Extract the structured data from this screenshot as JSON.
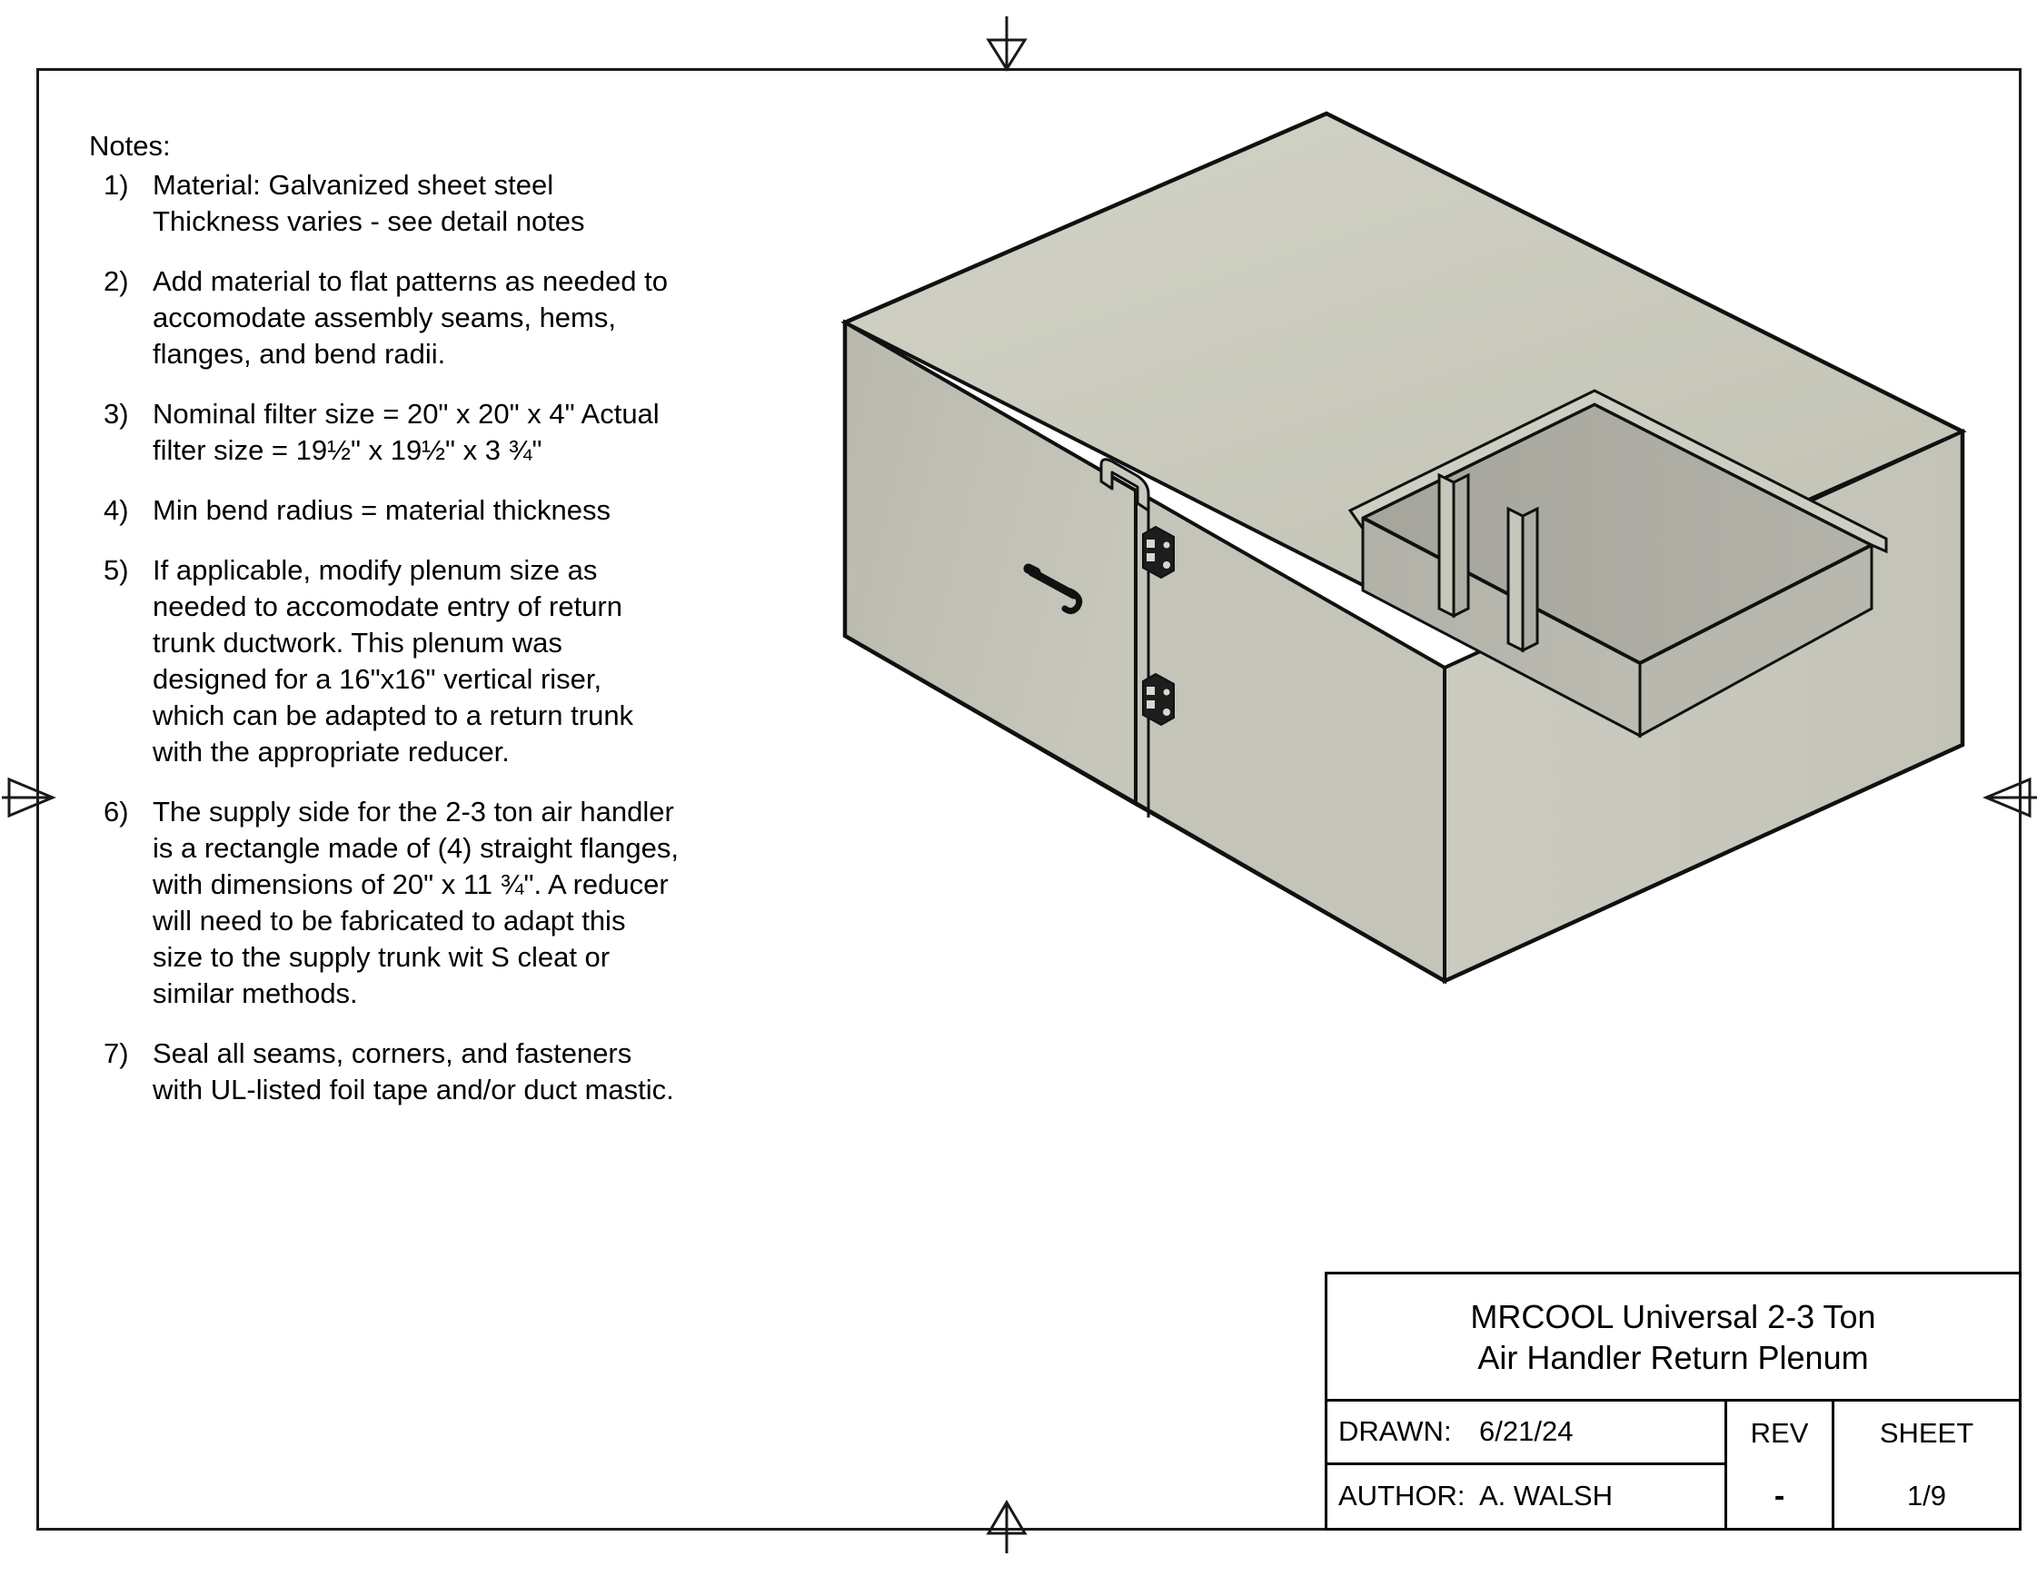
{
  "sheet": {
    "notes_heading": "Notes:",
    "notes": [
      {
        "number": "1)",
        "text": "Material: Galvanized sheet steel\nThickness varies - see detail notes"
      },
      {
        "number": "2)",
        "text": "Add material to flat patterns as needed to\naccomodate assembly seams, hems,\nflanges, and bend radii."
      },
      {
        "number": "3)",
        "text": "Nominal filter size = 20\" x 20\" x 4\" Actual\nfilter size = 19½\" x 19½\" x 3 ¾\""
      },
      {
        "number": "4)",
        "text": "Min bend radius = material thickness"
      },
      {
        "number": "5)",
        "text": "If applicable, modify plenum size as\nneeded to accomodate entry of return\ntrunk ductwork. This plenum was\ndesigned for a 16\"x16\" vertical riser,\nwhich can be adapted to a return trunk\nwith the appropriate reducer."
      },
      {
        "number": "6)",
        "text": "The supply side for the 2-3 ton air handler\nis a rectangle made of (4) straight flanges,\nwith dimensions of 20\" x 11 ¾\". A reducer\nwill need to be fabricated to adapt this\nsize to the supply trunk wit S cleat or\nsimilar methods."
      },
      {
        "number": "7)",
        "text": "Seal all seams, corners, and fasteners\nwith UL-listed foil tape and/or duct mastic."
      }
    ]
  },
  "title_block": {
    "title": "MRCOOL Universal 2-3 Ton\nAir Handler Return Plenum",
    "drawn_label": "DRAWN:",
    "drawn_value": "6/21/24",
    "author_label": "AUTHOR:",
    "author_value": "A. WALSH",
    "rev_label": "REV",
    "rev_value": "-",
    "sheet_label": "SHEET",
    "sheet_value": "1/9"
  },
  "model": {
    "name": "isometric-return-plenum",
    "colors": {
      "top_face": "#c9cabc",
      "front_face": "#bfbfb4",
      "right_face": "#cac9bf",
      "interior_back": "#a9a9a0",
      "interior_side": "#b5b5ac",
      "rail": "#c4c4b8",
      "outline": "#111111"
    }
  }
}
